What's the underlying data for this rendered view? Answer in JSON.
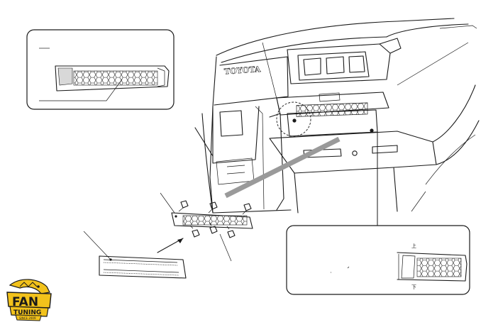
{
  "vehicle": {
    "badge_text": "TOYOTA"
  },
  "detail_right": {
    "label_top": "上",
    "label_bottom": "下"
  },
  "logo": {
    "brand_top": "FAN",
    "brand_bottom": "TUNING",
    "since": "SINCE 2009"
  },
  "colors": {
    "line": "#1a1a1a",
    "guide_arrow": "#9a9a9a",
    "logo_yellow": "#f2c21b",
    "hex_fill": "#cfcfcf"
  }
}
